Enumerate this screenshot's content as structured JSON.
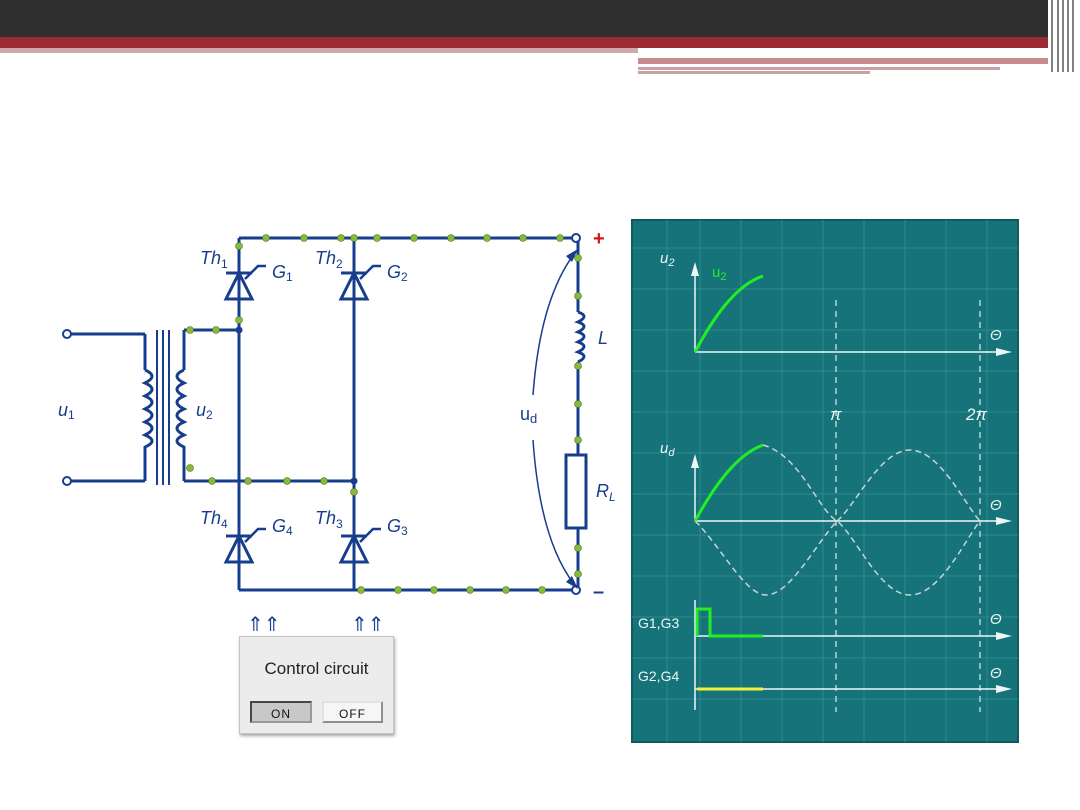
{
  "circuit": {
    "input_voltage": "u",
    "input_voltage_sub": "1",
    "secondary_voltage": "u",
    "secondary_voltage_sub": "2",
    "thyristors": [
      {
        "name": "Th",
        "sub": "1",
        "gate": "G",
        "gate_sub": "1"
      },
      {
        "name": "Th",
        "sub": "2",
        "gate": "G",
        "gate_sub": "2"
      },
      {
        "name": "Th",
        "sub": "3",
        "gate": "G",
        "gate_sub": "3"
      },
      {
        "name": "Th",
        "sub": "4",
        "gate": "G",
        "gate_sub": "4"
      }
    ],
    "inductor_label": "L",
    "resistor_label": "R",
    "resistor_sub": "L",
    "output_voltage": "u",
    "output_voltage_sub": "d",
    "plus_sign": "+",
    "minus_sign": "–",
    "control_arrows": "⇑⇑"
  },
  "control": {
    "title": "Control circuit",
    "on_label": "ON",
    "off_label": "OFF"
  },
  "scope": {
    "u2_axis": "u",
    "u2_axis_sub": "2",
    "u2_trace": "u",
    "u2_trace_sub": "2",
    "ud_axis": "u",
    "ud_axis_sub": "d",
    "theta": "Θ",
    "pi": "π",
    "two_pi": "2π",
    "g13_label": "G1,G3",
    "g24_label": "G2,G4",
    "background_color": "#16737a",
    "trace_color": "#22ee22",
    "gate_24_color": "#f2f23a"
  }
}
